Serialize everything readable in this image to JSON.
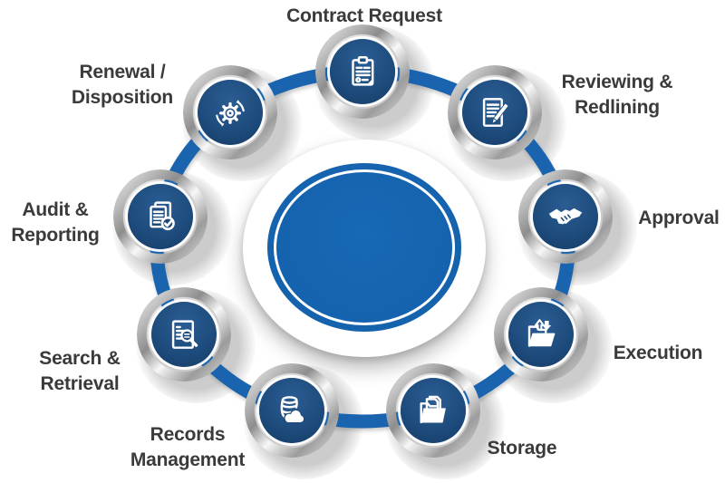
{
  "diagram": {
    "type": "circular-process-cycle",
    "colors": {
      "ring_blue": "#1a63ae",
      "center_blue": "#1565b1",
      "node_navy": "#1d4b7c",
      "label_text": "#3a3a3a",
      "metal_ring": "#c6c6c6"
    },
    "nodes": [
      {
        "label": "Contract Request",
        "label_lines": [
          "Contract Request"
        ],
        "icon": "clipboard-icon"
      },
      {
        "label": "Reviewing & Redlining",
        "label_lines": [
          "Reviewing &",
          "Redlining"
        ],
        "icon": "document-pencil-icon"
      },
      {
        "label": "Approval",
        "label_lines": [
          "Approval"
        ],
        "icon": "handshake-icon"
      },
      {
        "label": "Execution",
        "label_lines": [
          "Execution"
        ],
        "icon": "folder-arrows-icon"
      },
      {
        "label": "Storage",
        "label_lines": [
          "Storage"
        ],
        "icon": "folder-files-icon"
      },
      {
        "label": "Records Management",
        "label_lines": [
          "Records",
          "Management"
        ],
        "icon": "database-cloud-icon"
      },
      {
        "label": "Search & Retrieval",
        "label_lines": [
          "Search &",
          "Retrieval"
        ],
        "icon": "document-magnifier-icon"
      },
      {
        "label": "Audit & Reporting",
        "label_lines": [
          "Audit &",
          "Reporting"
        ],
        "icon": "documents-check-icon"
      },
      {
        "label": "Renewal / Disposition",
        "label_lines": [
          "Renewal /",
          "Disposition"
        ],
        "icon": "gear-sync-icon"
      }
    ]
  }
}
